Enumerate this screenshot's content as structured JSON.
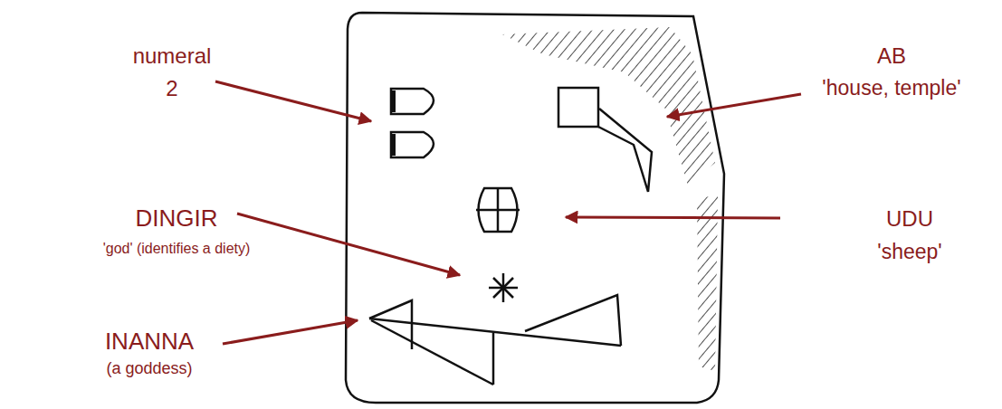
{
  "diagram": {
    "labels": [
      "numeral 2",
      "AB",
      "'house, temple'",
      "UDU",
      "'sheep'",
      "DINGIR",
      "'god' (identifies a diety)",
      "INANNA",
      "(a goddess)"
    ]
  }
}
